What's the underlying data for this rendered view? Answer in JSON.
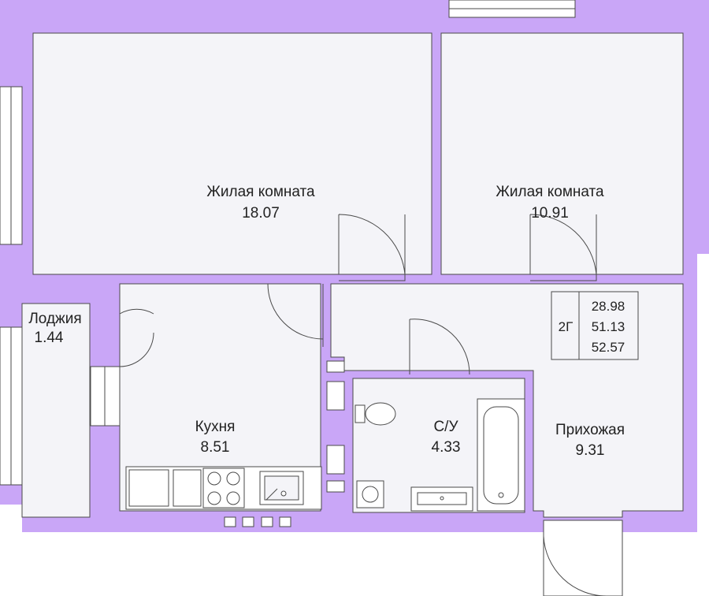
{
  "colors": {
    "wall": "#c9a6f7",
    "floor": "#f4f4f8",
    "line": "#4a4a4a",
    "background": "#ffffff"
  },
  "rooms": [
    {
      "id": "living-room-1",
      "name": "Жилая комната",
      "area": "18.07"
    },
    {
      "id": "living-room-2",
      "name": "Жилая комната",
      "area": "10.91"
    },
    {
      "id": "loggia",
      "name": "Лоджия",
      "area": "1.44"
    },
    {
      "id": "kitchen",
      "name": "Кухня",
      "area": "8.51"
    },
    {
      "id": "bathroom",
      "name": "С/У",
      "area": "4.33"
    },
    {
      "id": "hallway",
      "name": "Прихожая",
      "area": "9.31"
    }
  ],
  "summary": {
    "type_code": "2Г",
    "living_area": "28.98",
    "total_area": "51.13",
    "total_area_with_loggia": "52.57"
  },
  "icons": [
    "window-icon",
    "door-icon",
    "stove-icon",
    "sink-icon",
    "toilet-icon",
    "bathtub-icon",
    "washing-machine-icon"
  ]
}
